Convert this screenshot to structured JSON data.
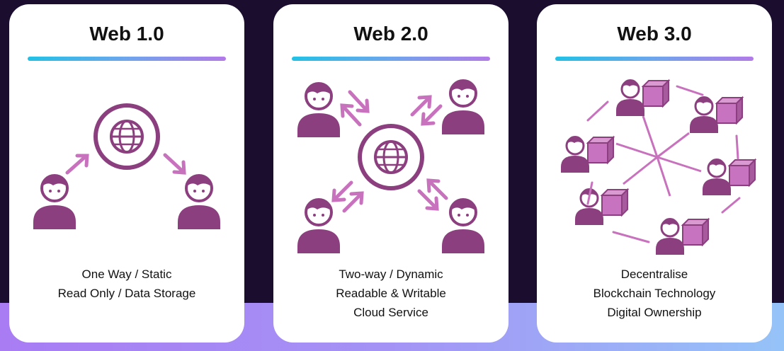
{
  "colors": {
    "accent_purple": "#8c3f7f",
    "arrow_pink": "#c872be",
    "block_fill": "#c873bf",
    "underline_start": "#22c1e6",
    "underline_end": "#b27ae8"
  },
  "cards": [
    {
      "title": "Web 1.0",
      "lines": [
        "One Way / Static",
        "Read Only / Data Storage"
      ],
      "icons": [
        "globe-icon",
        "user-icon",
        "arrow-icon"
      ]
    },
    {
      "title": "Web 2.0",
      "lines": [
        "Two-way / Dynamic",
        "Readable & Writable",
        "Cloud Service"
      ],
      "icons": [
        "globe-icon",
        "user-icon",
        "arrow-icon"
      ]
    },
    {
      "title": "Web 3.0",
      "lines": [
        "Decentralise",
        "Blockchain Technology",
        "Digital Ownership"
      ],
      "icons": [
        "user-icon",
        "cube-icon",
        "arrow-icon"
      ]
    }
  ]
}
